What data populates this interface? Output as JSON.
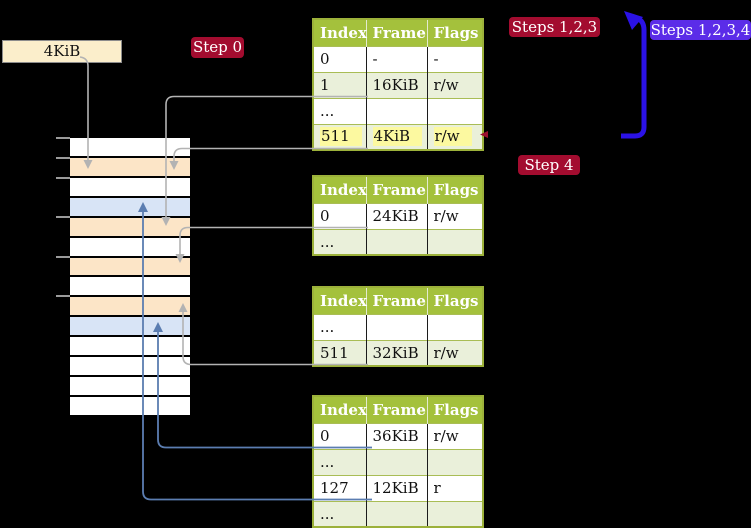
{
  "page_size_label": {
    "text": "4KiB"
  },
  "step_badges": {
    "step0": {
      "text": "Step 0"
    },
    "steps123": {
      "text": "Steps 1,2,3"
    },
    "steps1234": {
      "text": "Steps 1,2,3,4"
    },
    "step4": {
      "text": "Step 4"
    }
  },
  "page_tables": [
    {
      "headers": [
        "Index",
        "Frame",
        "Flags"
      ],
      "rows": [
        {
          "index": "0",
          "frame": "-",
          "flags": "-",
          "highlight": false
        },
        {
          "index": "1",
          "frame": "16KiB",
          "flags": "r/w",
          "highlight": false
        },
        {
          "index": "...",
          "frame": "",
          "flags": "",
          "highlight": false
        },
        {
          "index": "511",
          "frame": "4KiB",
          "flags": "r/w",
          "highlight": true
        }
      ]
    },
    {
      "headers": [
        "Index",
        "Frame",
        "Flags"
      ],
      "rows": [
        {
          "index": "0",
          "frame": "24KiB",
          "flags": "r/w",
          "highlight": false
        },
        {
          "index": "...",
          "frame": "",
          "flags": "",
          "highlight": false
        }
      ]
    },
    {
      "headers": [
        "Index",
        "Frame",
        "Flags"
      ],
      "rows": [
        {
          "index": "...",
          "frame": "",
          "flags": "",
          "highlight": false
        },
        {
          "index": "511",
          "frame": "32KiB",
          "flags": "r/w",
          "highlight": false
        }
      ]
    },
    {
      "headers": [
        "Index",
        "Frame",
        "Flags"
      ],
      "rows": [
        {
          "index": "0",
          "frame": "36KiB",
          "flags": "r/w",
          "highlight": false
        },
        {
          "index": "...",
          "frame": "",
          "flags": "",
          "highlight": false
        },
        {
          "index": "127",
          "frame": "12KiB",
          "flags": "r",
          "highlight": false
        },
        {
          "index": "...",
          "frame": "",
          "flags": "",
          "highlight": false
        }
      ]
    }
  ],
  "memory_column": {
    "rows": [
      "free",
      "page-table",
      "free",
      "mapped-page",
      "page-table",
      "free",
      "page-table",
      "free",
      "page-table",
      "mapped-page",
      "free",
      "free",
      "free",
      "free"
    ]
  },
  "colors": {
    "background": "#000000",
    "table_header_bg": "#a4c13c",
    "table_row_alt_bg": "#eaf0da",
    "table_border": "#9cb13a",
    "highlight_yellow": "#fcf9a0",
    "memory_page_table_bg": "#fce5c7",
    "memory_mapped_page_bg": "#d8e4f6",
    "connector_gray": "#b3b3b3",
    "connector_blue": "#5b7db1",
    "big_arrow_blue": "#2b12e6",
    "badge_red_bg": "#a30c2f",
    "badge_violet_bg": "#5b2ce8",
    "page_size_box_bg": "#fbeecb"
  }
}
